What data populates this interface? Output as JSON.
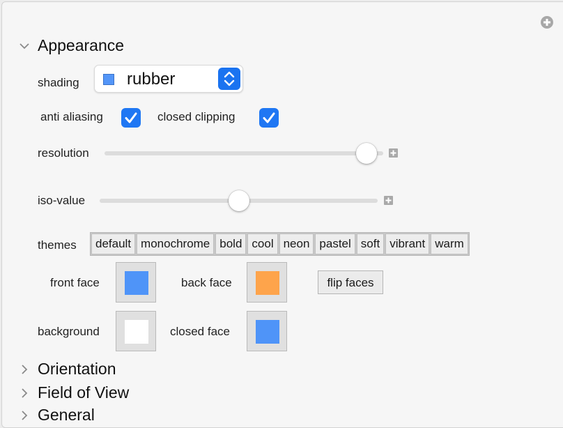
{
  "appearance": {
    "title": "Appearance",
    "shading": {
      "label": "shading",
      "value": "rubber",
      "swatch_color": "#5496f8"
    },
    "anti_aliasing": {
      "label": "anti aliasing",
      "checked": true
    },
    "closed_clipping": {
      "label": "closed clipping",
      "checked": true
    },
    "resolution": {
      "label": "resolution",
      "level": 0.94
    },
    "iso_value": {
      "label": "iso-value",
      "level": 0.5
    },
    "themes": {
      "label": "themes",
      "options": [
        "default",
        "monochrome",
        "bold",
        "cool",
        "neon",
        "pastel",
        "soft",
        "vibrant",
        "warm"
      ]
    },
    "front_face": {
      "label": "front face",
      "color": "#4f94f8"
    },
    "back_face": {
      "label": "back face",
      "color": "#fea44b"
    },
    "flip_faces": {
      "label": "flip faces"
    },
    "background": {
      "label": "background",
      "color": "#ffffff"
    },
    "closed_face": {
      "label": "closed face",
      "color": "#4f94f8"
    }
  },
  "sections": {
    "orientation": "Orientation",
    "field_of_view": "Field of View",
    "general": "General"
  },
  "colors": {
    "accent": "#1f77f3",
    "panel_bg": "#f6f6f6"
  }
}
